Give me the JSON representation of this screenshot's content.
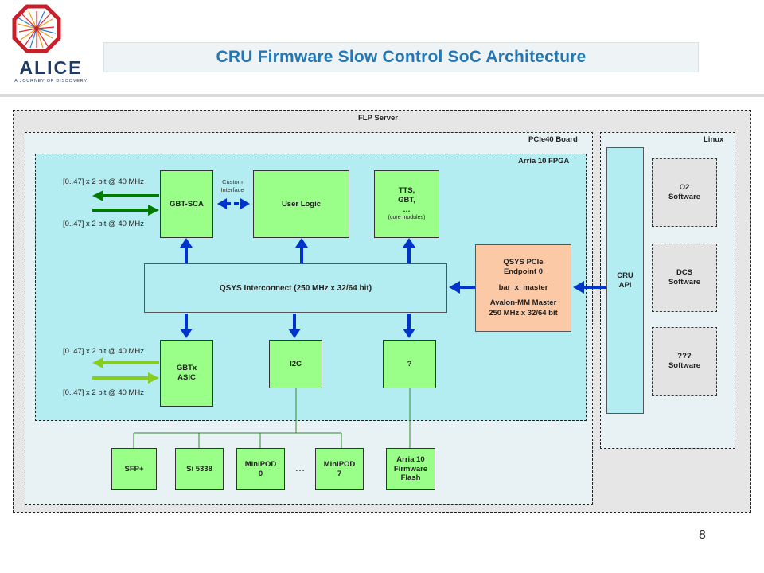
{
  "title": "CRU Firmware Slow Control SoC Architecture",
  "logo": {
    "name": "ALICE",
    "tagline": "A JOURNEY OF DISCOVERY"
  },
  "frames": {
    "flp": "FLP Server",
    "pcie": "PCIe40 Board",
    "linux": "Linux",
    "fpga": "Arria 10 FPGA"
  },
  "blocks": {
    "gbt_sca": "GBT-SCA",
    "custom_interface": [
      "Custom",
      "Interface"
    ],
    "user_logic": "User Logic",
    "tts": [
      "TTS,",
      "GBT,",
      "…",
      "(core modules)"
    ],
    "interconnect": "QSYS Interconnect (250 MHz x 32/64 bit)",
    "qsys_pcie": [
      "QSYS PCIe",
      "Endpoint 0",
      "",
      "bar_x_master",
      "",
      "Avalon-MM Master",
      "250 MHz x 32/64 bit"
    ],
    "gbtx": [
      "GBTx",
      "ASIC"
    ],
    "i2c": "I2C",
    "unknown": "?",
    "sfp": "SFP+",
    "si5338": "Si 5338",
    "minipod0": [
      "MiniPOD",
      "0"
    ],
    "dots": "…",
    "minipod7": [
      "MiniPOD",
      "7"
    ],
    "flash": [
      "Arria 10",
      "Firmware",
      "Flash"
    ],
    "cru_api": [
      "CRU",
      "API"
    ],
    "o2": [
      "O2",
      "Software"
    ],
    "dcs": [
      "DCS",
      "Software"
    ],
    "other": [
      "???",
      "Software"
    ]
  },
  "link_labels": {
    "sca_top": "[0..47] x 2 bit @ 40 MHz",
    "sca_bottom": "[0..47] x 2 bit @ 40 MHz",
    "gbtx_top": "[0..47] x 2 bit @ 40 MHz",
    "gbtx_bottom": "[0..47] x 2 bit @ 40 MHz"
  },
  "colors": {
    "title": "#2477b3",
    "module_fill": "#99ff88",
    "fpga_fill": "#b3edf2",
    "pcie_master_fill": "#fcc9a6",
    "bus_arrow": "#0033cc",
    "sca_arrow": "#007a00",
    "gbtx_arrow": "#88cc22",
    "i2c_line": "#2e8b2e"
  },
  "page_number": "8"
}
